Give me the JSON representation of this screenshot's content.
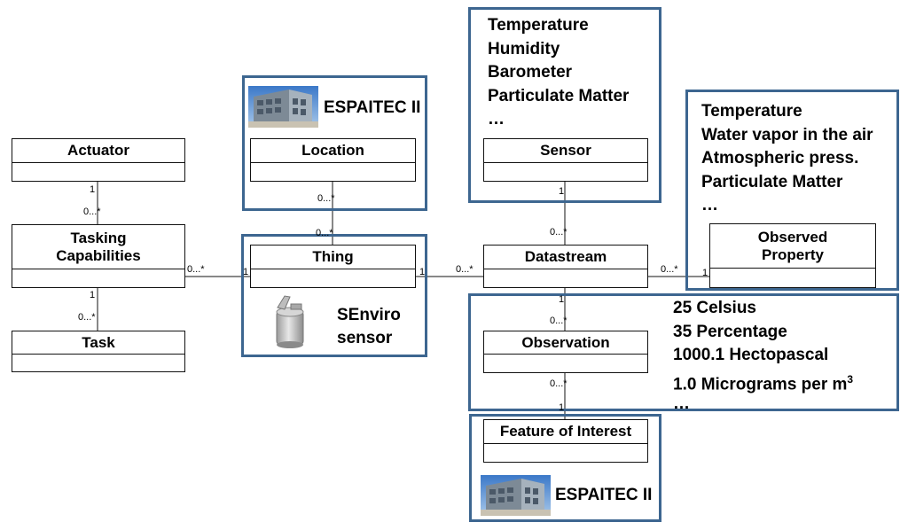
{
  "classes": {
    "actuator": "Actuator",
    "tasking": [
      "Tasking",
      "Capabilities"
    ],
    "task": "Task",
    "location": "Location",
    "thing": "Thing",
    "sensor": "Sensor",
    "datastream": "Datastream",
    "observed_property": [
      "Observed",
      "Property"
    ],
    "observation": "Observation",
    "feature_of_interest": "Feature of Interest"
  },
  "multiplicities": {
    "actuator_tasking_one": "1",
    "actuator_tasking_many": "0...*",
    "tasking_task_one": "1",
    "tasking_task_many": "0...*",
    "tasking_thing_many": "0...*",
    "tasking_thing_one": "1",
    "location_thing_many_top": "0...*",
    "location_thing_many_bottom": "0...*",
    "thing_datastream_one": "1",
    "thing_datastream_many": "0...*",
    "sensor_datastream_one": "1",
    "sensor_datastream_many": "0...*",
    "datastream_property_many": "0...*",
    "datastream_property_one": "1",
    "datastream_observation_one": "1",
    "datastream_observation_many": "0...*",
    "observation_feature_many": "0...*",
    "observation_feature_one": "1"
  },
  "annotations": {
    "location_label": "ESPAITEC II",
    "thing_label": [
      "SEnviro",
      "sensor"
    ],
    "sensor_types": [
      "Temperature",
      "Humidity",
      "Barometer",
      "Particulate Matter",
      "…"
    ],
    "observed_properties": [
      "Temperature",
      "Water vapor in the air",
      "Atmospheric press.",
      "Particulate Matter",
      "…"
    ],
    "observation_values": [
      "25 Celsius",
      "35 Percentage",
      "1000.1 Hectopascal",
      "1.0 Micrograms per m",
      "…"
    ],
    "observation_superscript": "3",
    "feature_label": "ESPAITEC II"
  },
  "icons": [
    "building-photo-icon",
    "sensor-device-icon"
  ],
  "colors": {
    "frame_border": "#3d6690",
    "class_border": "#111111"
  }
}
